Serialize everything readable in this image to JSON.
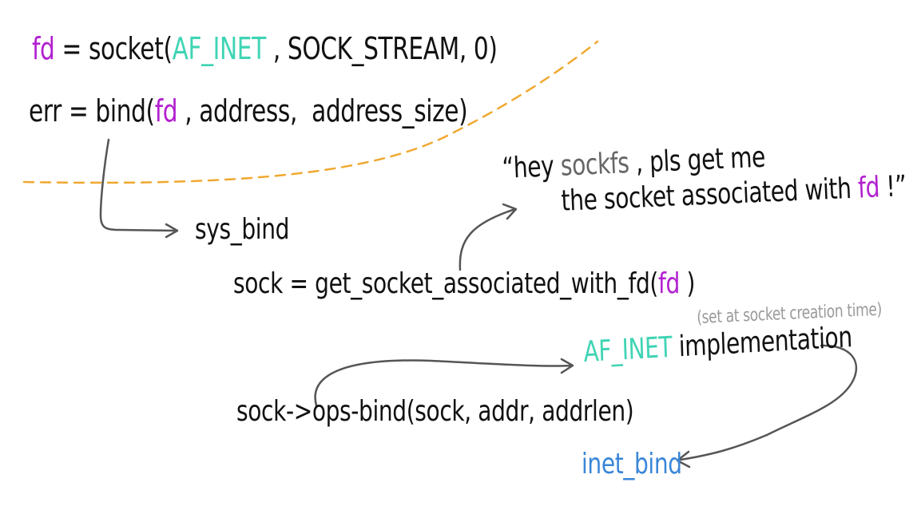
{
  "line1": {
    "fd": "fd",
    "eq": " = socket(",
    "af": "AF_INET",
    "rest": " , SOCK_STREAM, 0)"
  },
  "line2": {
    "pre": "err = bind(",
    "fd": "fd",
    "rest": " , address,  address_size)"
  },
  "sys_bind": "sys_bind",
  "get_sock": {
    "pre": "sock = get_socket_associated_with_fd(",
    "fd": "fd",
    "post": " )"
  },
  "quote": {
    "line1_pre": "“hey ",
    "sockfs": "sockfs",
    "line1_post": " , pls get me",
    "line2_pre": "the socket associated with ",
    "fd": "fd",
    "line2_post": " !”"
  },
  "note": "(set at socket creation time)",
  "impl": {
    "af": "AF_INET",
    "rest": " implementation"
  },
  "ops_call": "sock->ops-bind(sock, addr, addrlen)",
  "inet_bind": "inet_bind",
  "colors": {
    "fd": "#b21fcf",
    "af_inet": "#3fd4b4",
    "inet_bind": "#3a86d8",
    "note": "#9a9a9a",
    "dashed_line": "#f0a830",
    "arrows": "#555555"
  }
}
